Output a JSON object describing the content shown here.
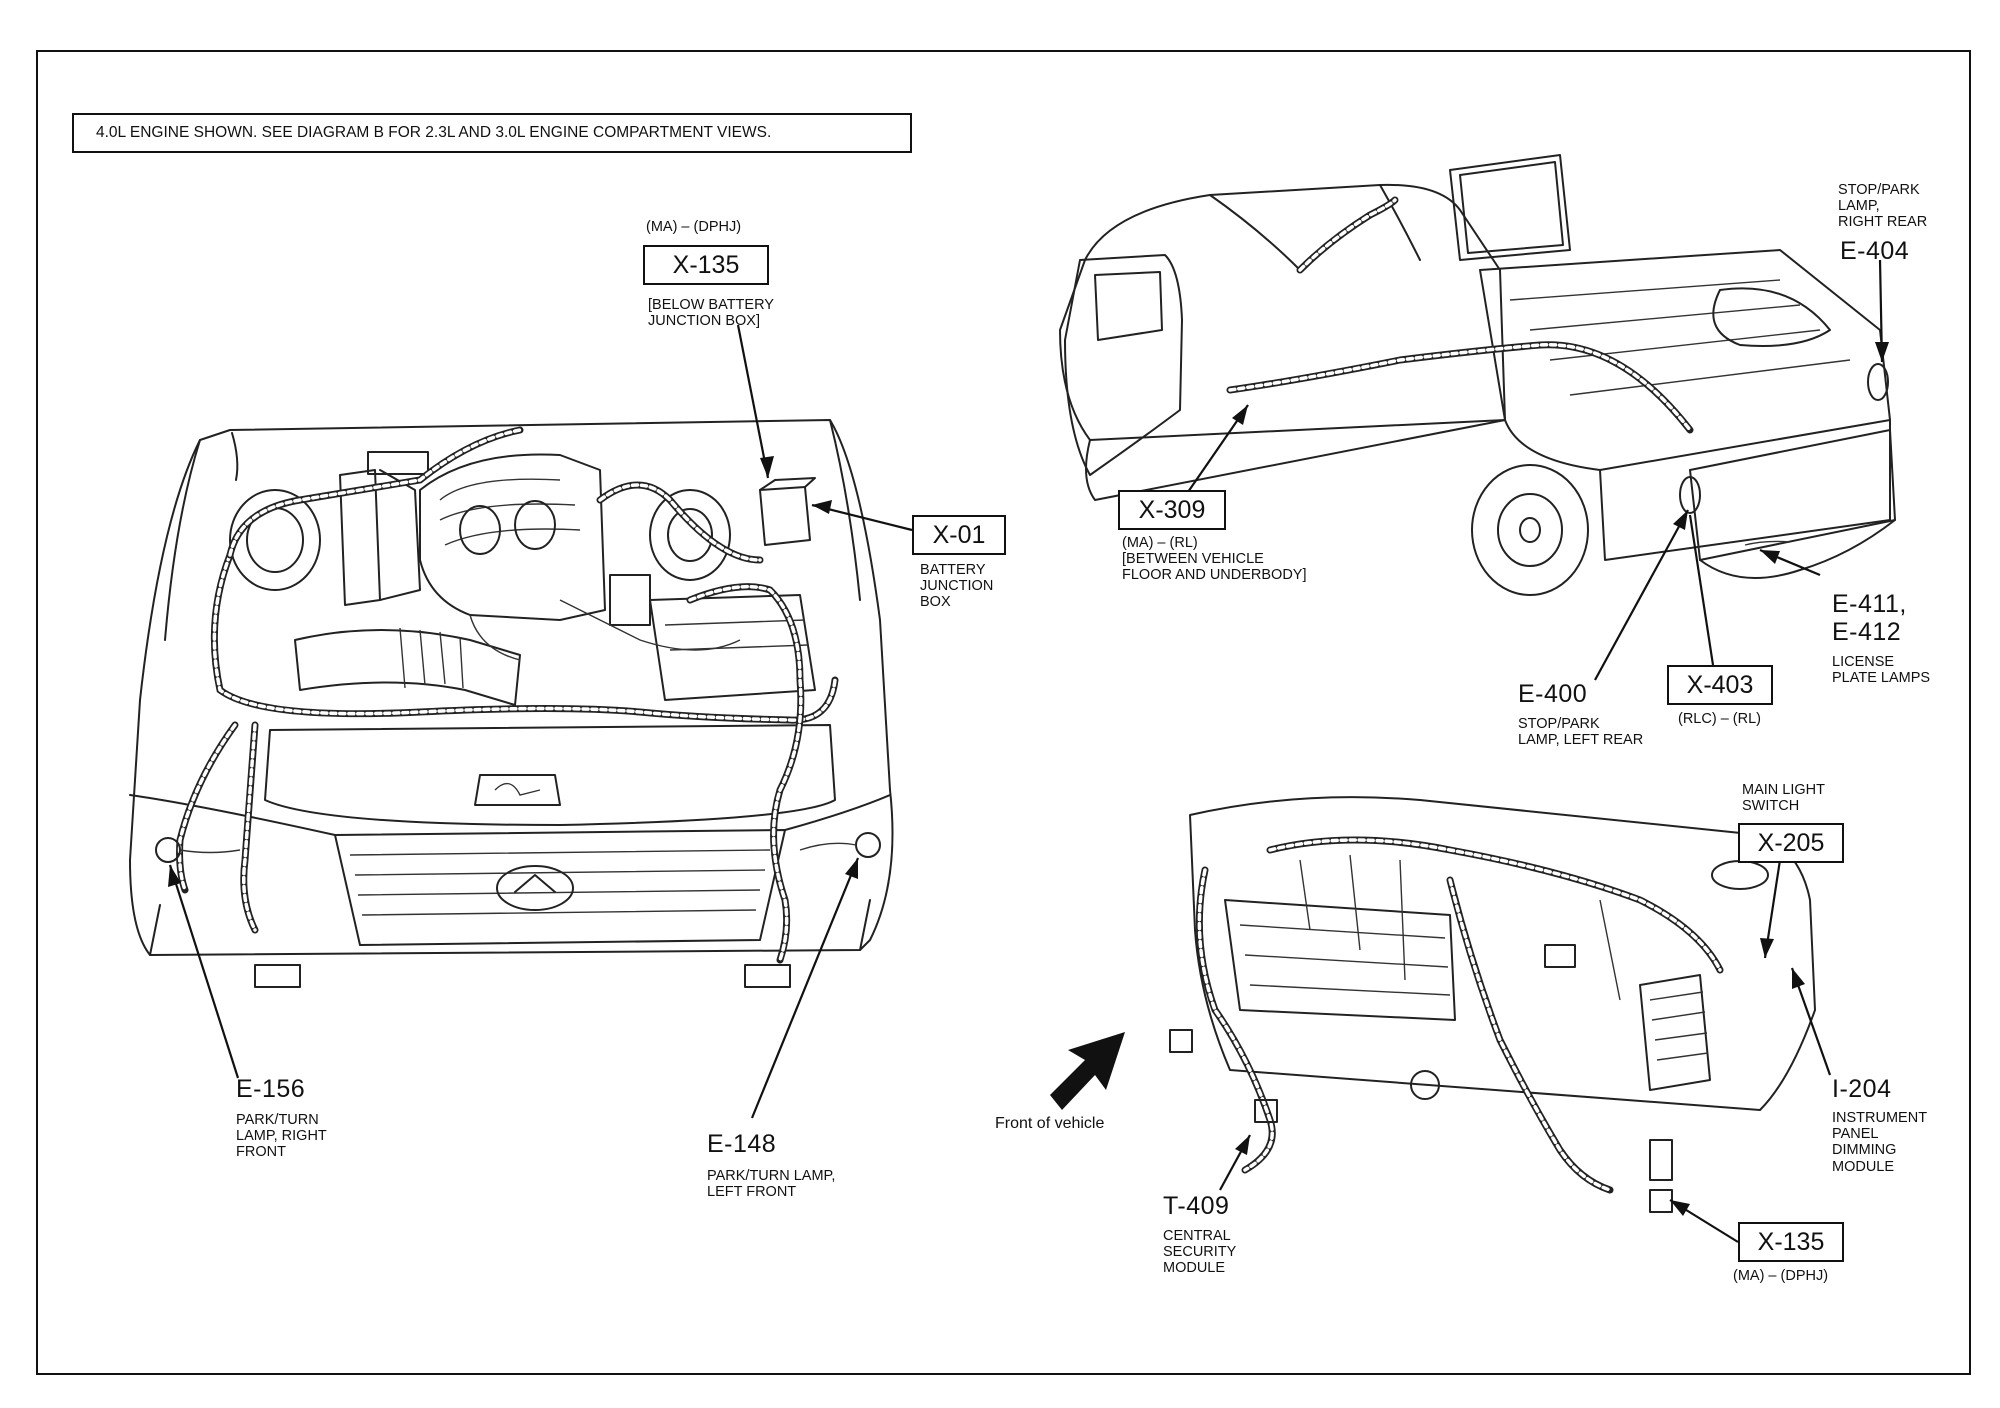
{
  "banner": "4.0L ENGINE SHOWN. SEE DIAGRAM B FOR 2.3L AND 3.0L ENGINE COMPARTMENT VIEWS.",
  "engine": {
    "x135": {
      "code": "X-135",
      "above": "(MA) – (DPHJ)",
      "below": "[BELOW BATTERY\nJUNCTION BOX]"
    },
    "x01": {
      "code": "X-01",
      "desc": "BATTERY\nJUNCTION\nBOX"
    },
    "e156": {
      "code": "E-156",
      "desc": "PARK/TURN\nLAMP, RIGHT\nFRONT"
    },
    "e148": {
      "code": "E-148",
      "desc": "PARK/TURN LAMP,\nLEFT FRONT"
    }
  },
  "truck": {
    "e404": {
      "code": "E-404",
      "desc": "STOP/PARK\nLAMP,\nRIGHT REAR"
    },
    "x309": {
      "code": "X-309",
      "desc": "(MA) – (RL)\n[BETWEEN VEHICLE\nFLOOR AND UNDERBODY]"
    },
    "e411": {
      "code": "E-411,\nE-412",
      "desc": "LICENSE\nPLATE LAMPS"
    },
    "e400": {
      "code": "E-400",
      "desc": "STOP/PARK\nLAMP, LEFT REAR"
    },
    "x403": {
      "code": "X-403",
      "desc": "(RLC) – (RL)"
    }
  },
  "dash": {
    "x205": {
      "code": "X-205",
      "desc": "MAIN LIGHT\nSWITCH"
    },
    "i204": {
      "code": "I-204",
      "desc": "INSTRUMENT\nPANEL\nDIMMING\nMODULE"
    },
    "t409": {
      "code": "T-409",
      "desc": "CENTRAL\nSECURITY\nMODULE"
    },
    "x135": {
      "code": "X-135",
      "desc": "(MA) – (DPHJ)"
    },
    "front_label": "Front of vehicle"
  },
  "icons": [
    "front-direction-arrow-icon"
  ]
}
